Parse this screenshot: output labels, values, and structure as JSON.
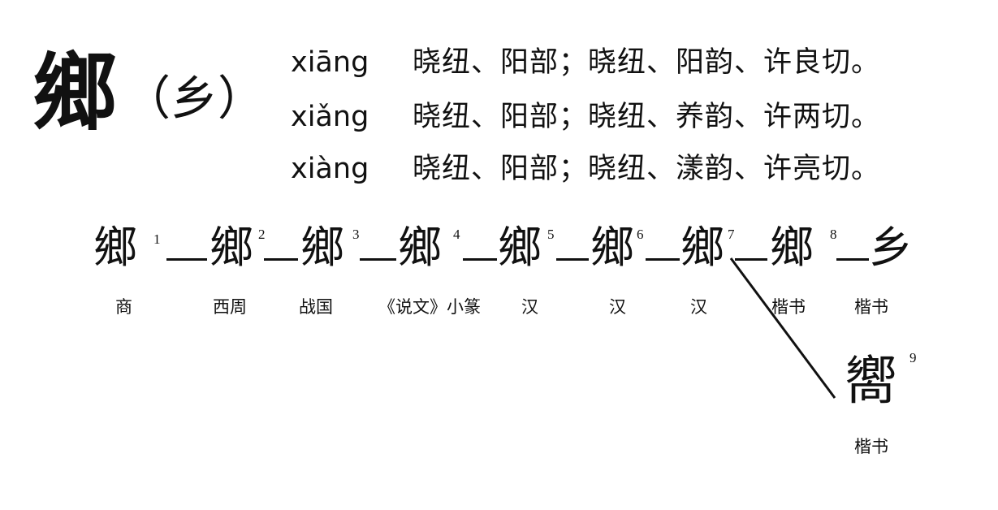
{
  "header": {
    "character": "鄉",
    "simplified": "（乡）",
    "readings": [
      {
        "pinyin": "xiāng",
        "fanqie": "晓纽、阳部；晓纽、阳韵、许良切。"
      },
      {
        "pinyin": "xiǎng",
        "fanqie": "晓纽、阳部；晓纽、养韵、许两切。"
      },
      {
        "pinyin": "xiàng",
        "fanqie": "晓纽、阳部；晓纽、漾韵、许亮切。"
      }
    ]
  },
  "evolution": [
    {
      "glyph": "鄉",
      "number": "1",
      "era": "商"
    },
    {
      "glyph": "鄉",
      "number": "2",
      "era": "西周"
    },
    {
      "glyph": "鄉",
      "number": "3",
      "era": "战国"
    },
    {
      "glyph": "鄉",
      "number": "4",
      "era": "《说文》小篆"
    },
    {
      "glyph": "鄉",
      "number": "5",
      "era": "汉"
    },
    {
      "glyph": "鄉",
      "number": "6",
      "era": "汉"
    },
    {
      "glyph": "鄉",
      "number": "7",
      "era": "汉"
    },
    {
      "glyph": "鄉",
      "number": "8",
      "era": "楷书"
    },
    {
      "glyph": "乡",
      "number": "",
      "era": "楷书"
    }
  ],
  "branch": {
    "glyph": "嚮",
    "number": "9",
    "era": "楷书"
  }
}
